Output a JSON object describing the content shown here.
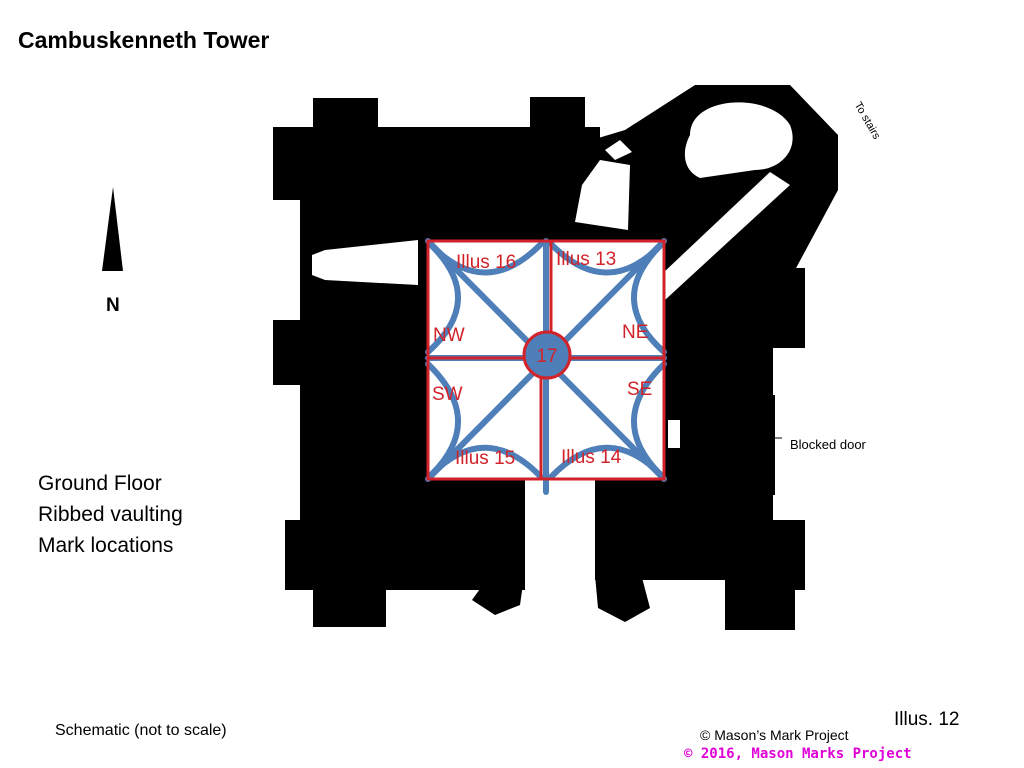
{
  "title": "Cambuskenneth Tower",
  "north_label": "N",
  "description": [
    "Ground Floor",
    "Ribbed vaulting",
    "Mark locations"
  ],
  "note": "Schematic (not to scale)",
  "illustration_number": "Illus. 12",
  "credit": "© Mason’s Mark Project",
  "watermark": "© 2016, Mason Marks Project",
  "annotations": {
    "blocked_door": "Blocked door",
    "to_stairs": "To stairs"
  },
  "vault": {
    "quadrants": [
      "NW",
      "NE",
      "SW",
      "SE"
    ],
    "illustrations": [
      "Illus 16",
      "Illus 13",
      "Illus 15",
      "Illus 14"
    ],
    "central_boss": "17"
  },
  "colors": {
    "wall": "#000000",
    "rib": "#4f7fb8",
    "outline": "#d2232a",
    "watermark": "#e000d8"
  },
  "icons": {
    "north": "north-arrow-icon",
    "pointer": "arrow-icon"
  }
}
